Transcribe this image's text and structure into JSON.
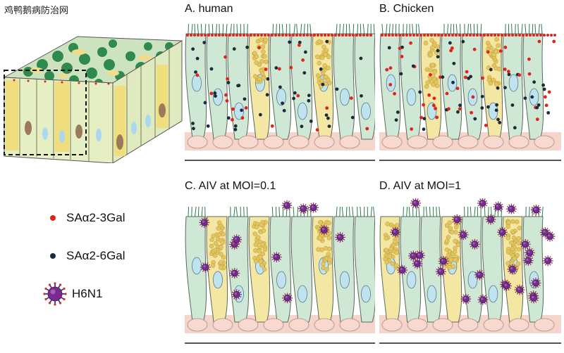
{
  "watermark": "鸡鸭鹅病防治网",
  "panels": {
    "A": {
      "title": "A. human"
    },
    "B": {
      "title": "B. Chicken"
    },
    "C": {
      "title": "C. AIV at MOI=0.1"
    },
    "D": {
      "title": "D. AIV at MOI=1"
    }
  },
  "legend": {
    "sa23": {
      "label": "SAα2-3Gal",
      "color": "#e0241b"
    },
    "sa26": {
      "label": "SAα2-6Gal",
      "color": "#1c2a3a"
    },
    "virus": {
      "label": "H6N1",
      "color": "#7a2a8a"
    }
  },
  "colors": {
    "cell": "#cfe8d6",
    "goblet": "#f3e7a3",
    "nucleus": "#bfe3ef",
    "basal": "#f3c9bf",
    "cilia": "#2d7a4a"
  }
}
